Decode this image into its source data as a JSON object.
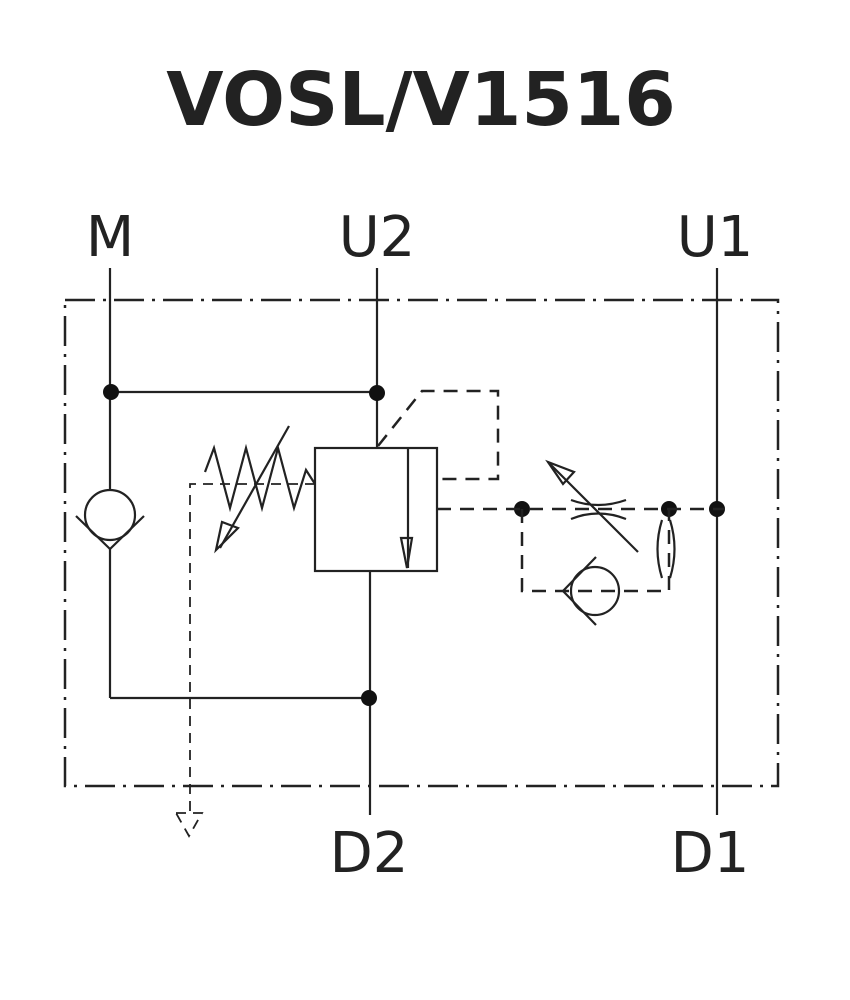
{
  "title": "VOSL/V1516",
  "ports": {
    "m": "M",
    "u2": "U2",
    "u1": "U1",
    "d2": "D2",
    "d1": "D1"
  },
  "colors": {
    "ink": "#222222",
    "background": "#ffffff"
  }
}
